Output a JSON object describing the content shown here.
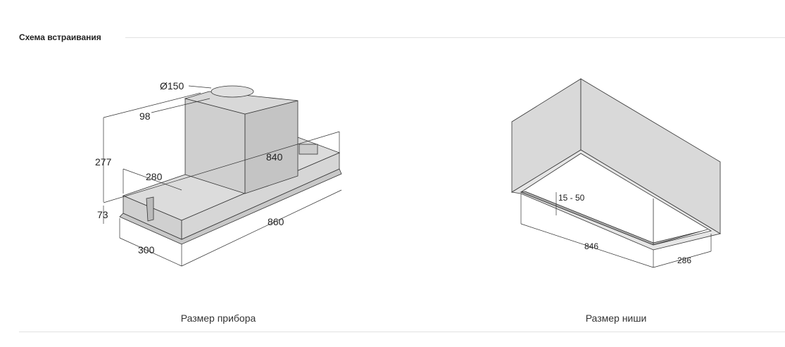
{
  "section_title": "Схема встраивания",
  "appliance": {
    "caption": "Размер прибора",
    "dims": {
      "duct": "Ø150",
      "offset": "98",
      "height": "277",
      "depth_top": "280",
      "length_top": "840",
      "base_height": "73",
      "length": "860",
      "depth": "300"
    }
  },
  "niche": {
    "caption": "Размер ниши",
    "dims": {
      "gap": "15 - 50",
      "length": "846",
      "depth": "286"
    }
  }
}
